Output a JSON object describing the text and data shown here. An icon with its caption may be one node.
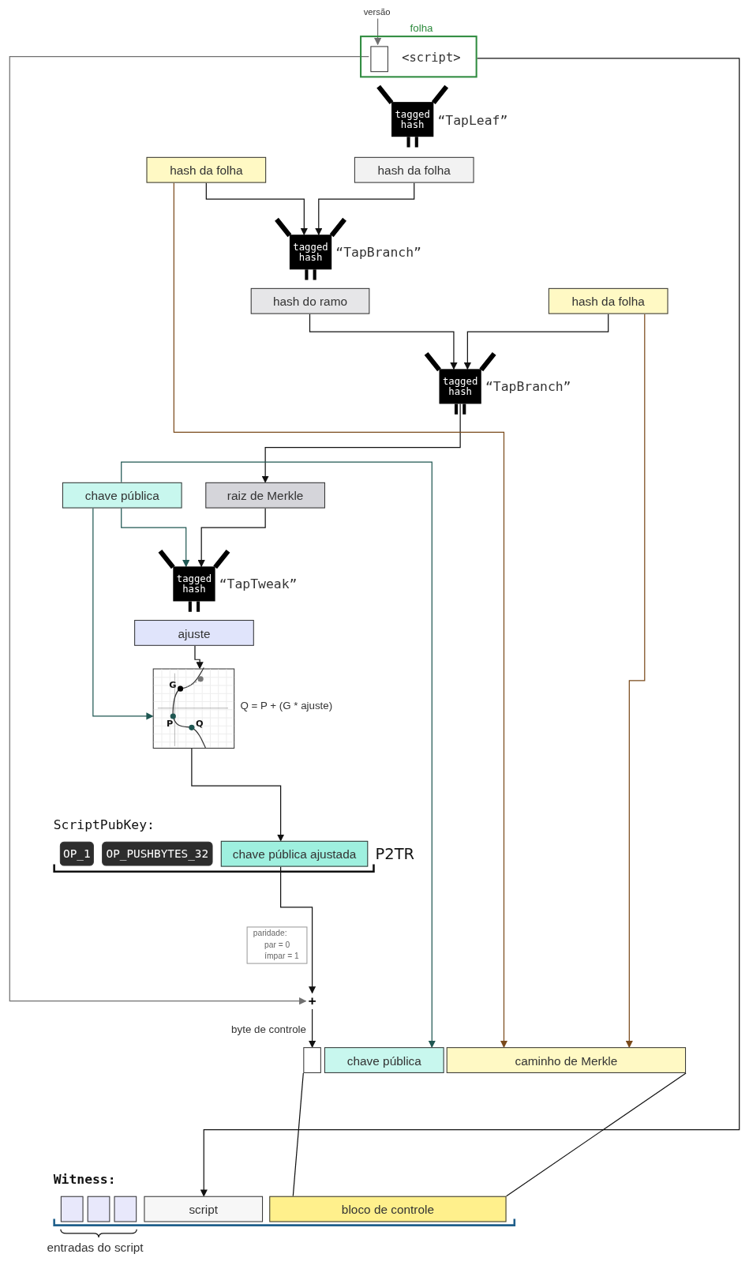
{
  "diagram": {
    "nodes": [
      {
        "text": [
          "folha",
          "<script>"
        ]
      },
      {
        "text": [],
        "shape": "box",
        "in": 0
      },
      {
        "text": [
          "versão"
        ]
      },
      {
        "text": [
          "tagged hash"
        ],
        "beside": [
          "“TapLeaf”"
        ]
      },
      {
        "text": [
          "hash da folha"
        ]
      },
      {
        "text": [
          "hash da folha"
        ]
      },
      {
        "text": [
          "tagged hash"
        ],
        "beside": [
          "“TapBranch”"
        ]
      },
      {
        "text": [
          "hash do ramo"
        ]
      },
      {
        "text": [
          "hash da folha"
        ]
      },
      {
        "text": [
          "tagged hash"
        ],
        "beside": [
          "“TapBranch”"
        ]
      },
      {
        "text": [
          "chave pública"
        ]
      },
      {
        "text": [
          "raiz de Merkle"
        ]
      },
      {
        "text": [
          "tagged hash"
        ],
        "beside": [
          "“TapTweak”"
        ]
      },
      {
        "text": [
          "ajuste"
        ]
      },
      {
        "text": [
          "G",
          "P",
          "Q"
        ],
        "beside": [
          "Q = P + (G * ajuste)"
        ]
      },
      {
        "text": [
          "OP_1"
        ]
      },
      {
        "text": [
          "OP_PUSHBYTES_32"
        ]
      },
      {
        "text": [
          "chave pública ajustada"
        ]
      },
      {
        "text": [
          "paridade:",
          "par = 0",
          "ímpar = 1"
        ]
      },
      {
        "text": [
          "+"
        ]
      },
      {
        "text": [],
        "shape": "box",
        "beside": [
          "byte de controle"
        ]
      },
      {
        "text": [
          "chave pública"
        ]
      },
      {
        "text": [
          "caminho de Merkle"
        ]
      },
      {
        "text": [],
        "shape": "box"
      },
      {
        "text": [],
        "shape": "box"
      },
      {
        "text": [],
        "shape": "box"
      },
      {
        "text": [
          "script"
        ]
      },
      {
        "text": [
          "bloco de controle"
        ]
      }
    ],
    "edges": [
      {
        "from": 2,
        "to": 1,
        "arrow": "to",
        "color": "#707070"
      },
      {
        "from": 4,
        "to": 6,
        "arrow": "to"
      },
      {
        "from": 5,
        "to": 6,
        "arrow": "to"
      },
      {
        "from": 7,
        "to": 9,
        "arrow": "to"
      },
      {
        "from": 8,
        "to": 9,
        "arrow": "to"
      },
      {
        "from": 9,
        "to": 11,
        "arrow": "to"
      },
      {
        "from": 10,
        "to": 12,
        "arrow": "to",
        "color": "#1f5752"
      },
      {
        "from": 11,
        "to": 12,
        "arrow": "to"
      },
      {
        "from": 10,
        "to": 21,
        "arrow": "to",
        "color": "#1f5752"
      },
      {
        "from": 10,
        "to": 14,
        "arrow": "to",
        "color": "#1f5752"
      },
      {
        "from": 13,
        "to": 14,
        "arrow": "to"
      },
      {
        "from": 14,
        "to": 17,
        "arrow": "to"
      },
      {
        "from": 17,
        "to": 19,
        "arrow": "to"
      },
      {
        "from": 1,
        "to": 19,
        "arrow": "to",
        "color": "#707070"
      },
      {
        "from": 19,
        "to": 20,
        "arrow": "to"
      },
      {
        "from": 4,
        "to": 22,
        "arrow": "to",
        "color": "#7a4a1a"
      },
      {
        "from": 8,
        "to": 22,
        "arrow": "to",
        "color": "#7a4a1a"
      },
      {
        "from": 0,
        "to": 26,
        "arrow": "to"
      },
      {
        "from": 20,
        "to": 27,
        "arrow": "none"
      },
      {
        "from": 22,
        "to": 27,
        "arrow": "none"
      }
    ],
    "labels": [
      "ScriptPubKey:",
      "P2TR",
      "Witness:",
      "entradas do script"
    ]
  }
}
